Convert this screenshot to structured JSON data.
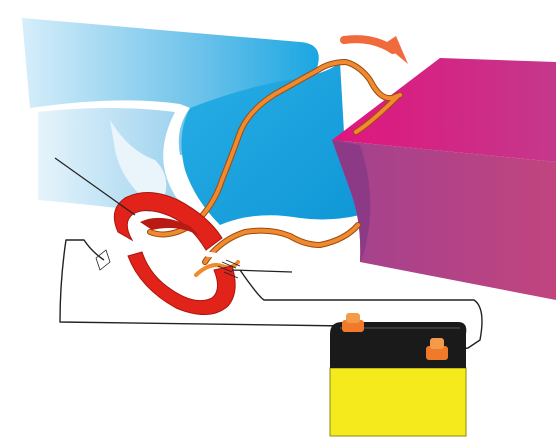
{
  "diagram": {
    "subject": "dc-motor",
    "colors": {
      "north_pole": "#1aa6e2",
      "north_pole_light": "#bfe3f5",
      "south_pole": "#d0207a",
      "south_pole_dark": "#9c3f8c",
      "coil_wire": "#f08a2e",
      "commutator": "#e2231a",
      "battery_body": "#f5ea1c",
      "battery_top": "#1a1a1a",
      "battery_terminal": "#f07a2a",
      "rotation_arrow": "#f06a3c",
      "circuit_wire": "#222222"
    },
    "components": [
      {
        "id": "north-magnet",
        "icon": "magnet-pole"
      },
      {
        "id": "south-magnet",
        "icon": "magnet-pole"
      },
      {
        "id": "armature-coil",
        "icon": "wire-loop"
      },
      {
        "id": "split-ring-commutator",
        "icon": "split-ring"
      },
      {
        "id": "brush-left",
        "icon": "brush"
      },
      {
        "id": "brush-right",
        "icon": "brush"
      },
      {
        "id": "battery",
        "icon": "battery"
      },
      {
        "id": "rotation-arrow",
        "icon": "curved-arrow"
      }
    ]
  }
}
